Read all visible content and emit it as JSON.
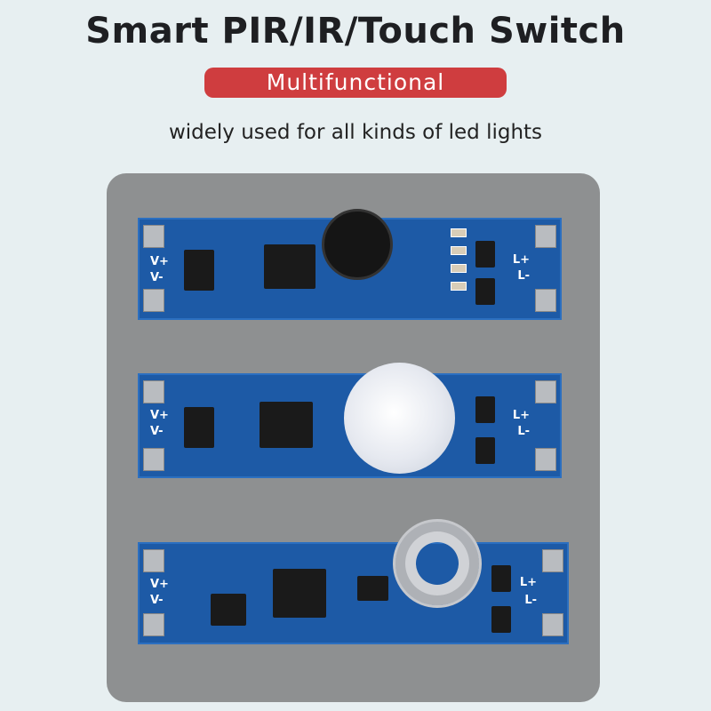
{
  "header": {
    "title": "Smart PIR/IR/Touch Switch",
    "badge": "Multifunctional",
    "subtitle": "widely used for all kinds of led lights"
  },
  "colors": {
    "background": "#e7eff1",
    "badge": "#cf3d3f",
    "panel": "#8e9091",
    "pcb": "#1d5aa6"
  },
  "boards": [
    {
      "sensor": "ir-receiver",
      "labels": {
        "vplus": "V+",
        "vminus": "V-",
        "lplus": "L+",
        "lminus": "L-"
      }
    },
    {
      "sensor": "pir-dome",
      "labels": {
        "vplus": "V+",
        "vminus": "V-",
        "lplus": "L+",
        "lminus": "L-"
      }
    },
    {
      "sensor": "touch-spring",
      "labels": {
        "vplus": "V+",
        "vminus": "V-",
        "lplus": "L+",
        "lminus": "L-"
      }
    }
  ]
}
